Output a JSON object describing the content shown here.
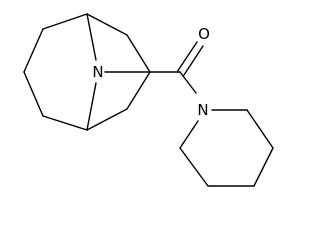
{
  "molecule": {
    "atoms": {
      "o_carbonyl": "O",
      "n_bridge": "N",
      "n_piperidine": "N"
    }
  }
}
